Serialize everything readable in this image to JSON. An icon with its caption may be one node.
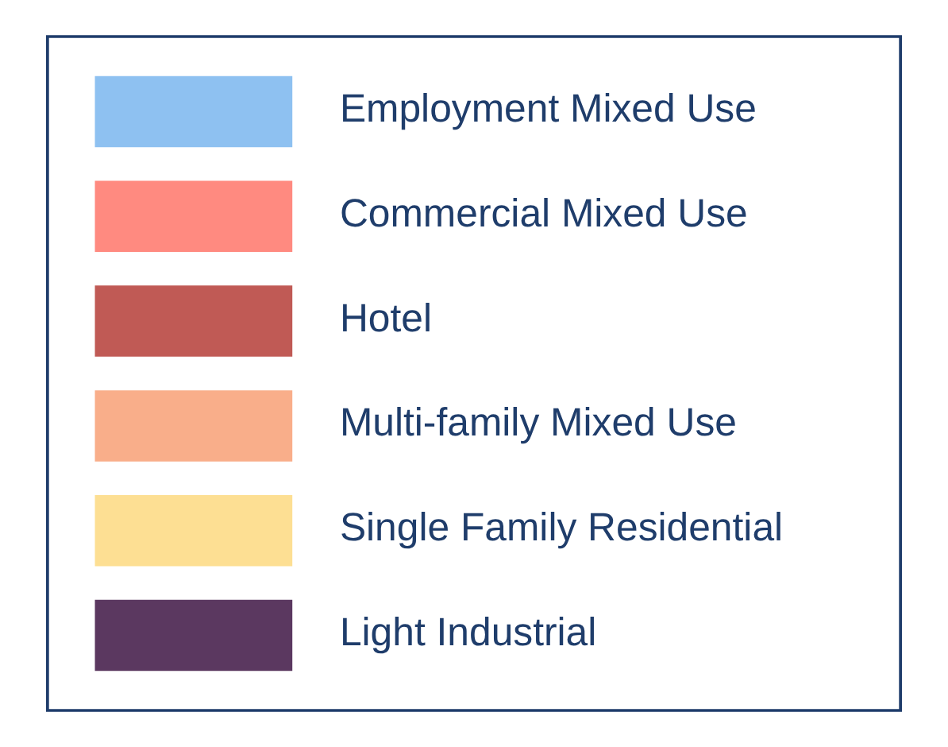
{
  "diagram": {
    "nodes": [
      {
        "text": [],
        "shape": "box"
      }
    ],
    "legend": [
      {
        "text": "Employment Mixed Use",
        "color": "#8ec1f1"
      },
      {
        "text": "Commercial Mixed Use",
        "color": "#ff8a80"
      },
      {
        "text": "Hotel",
        "color": "#c05a55"
      },
      {
        "text": "Multi-family Mixed Use",
        "color": "#f9ae8a"
      },
      {
        "text": "Single Family Residential",
        "color": "#fddf93"
      },
      {
        "text": "Light Industrial",
        "color": "#5b3860"
      }
    ]
  }
}
